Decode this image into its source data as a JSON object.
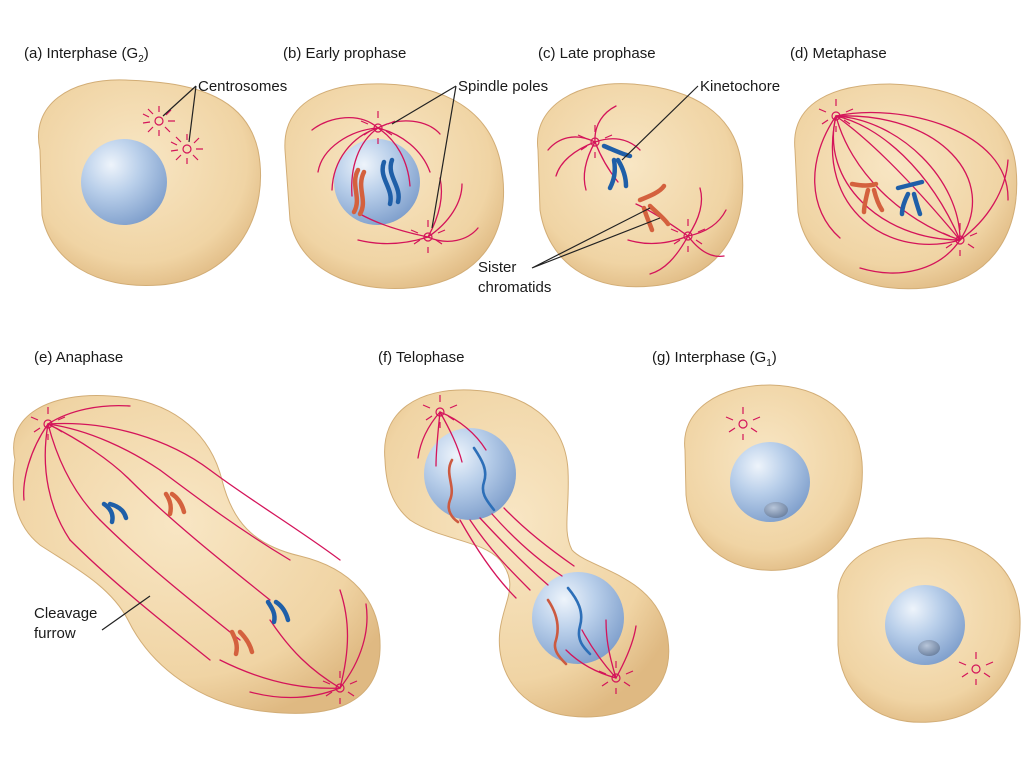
{
  "panels": [
    {
      "id": "a",
      "title": "(a)  Interphase (G",
      "sub": "2",
      "close": ")"
    },
    {
      "id": "b",
      "title": "(b)  Early prophase"
    },
    {
      "id": "c",
      "title": "(c)  Late prophase"
    },
    {
      "id": "d",
      "title": "(d)  Metaphase"
    },
    {
      "id": "e",
      "title": "(e)  Anaphase"
    },
    {
      "id": "f",
      "title": "(f)  Telophase"
    },
    {
      "id": "g",
      "title": "(g)  Interphase (G",
      "sub": "1",
      "close": ")"
    }
  ],
  "labels": {
    "centrosomes": "Centrosomes",
    "spindle_poles": "Spindle poles",
    "kinetochore": "Kinetochore",
    "sister_line1": "Sister",
    "sister_line2": "chromatids",
    "cleavage_line1": "Cleavage",
    "cleavage_line2": "furrow"
  },
  "colors": {
    "cytoplasm": "#f2d8ac",
    "cell_edge": "#d6b27c",
    "nucleus": "#a9c4e6",
    "microtubule": "#d4145a",
    "chromosome_blue": "#1f5fa8",
    "chromosome_red": "#d4613e"
  }
}
